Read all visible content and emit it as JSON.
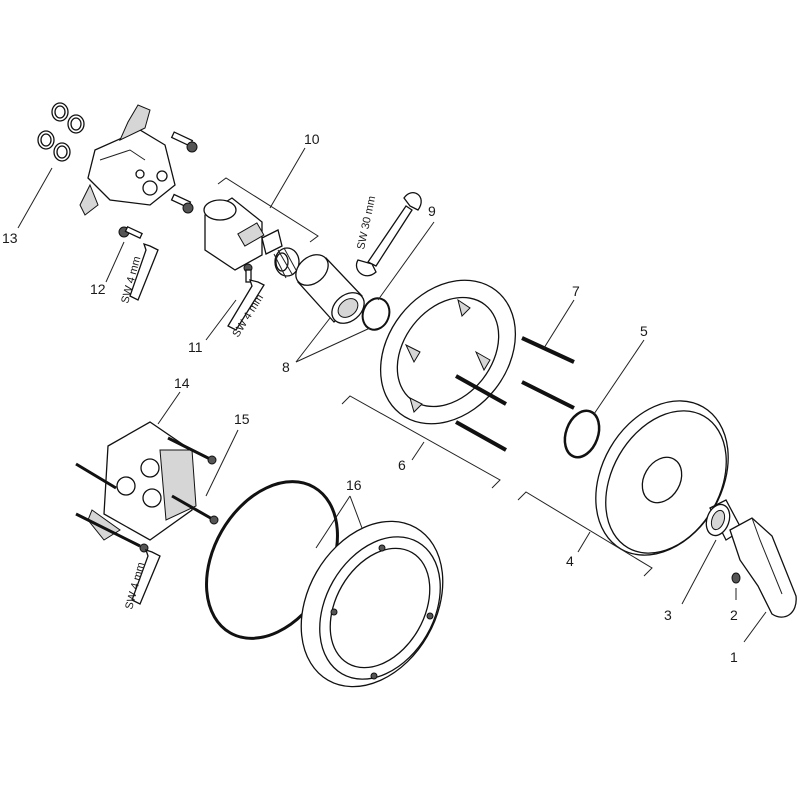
{
  "callouts": [
    "1",
    "2",
    "3",
    "4",
    "5",
    "6",
    "7",
    "8",
    "9",
    "10",
    "11",
    "12",
    "13",
    "14",
    "15",
    "16"
  ],
  "tool_labels": {
    "wrench": "SW 30 mm",
    "hex_key_11": "SW 4 mm",
    "hex_key_12": "SW 4 mm",
    "hex_key_bottom": "SW 4 mm"
  }
}
